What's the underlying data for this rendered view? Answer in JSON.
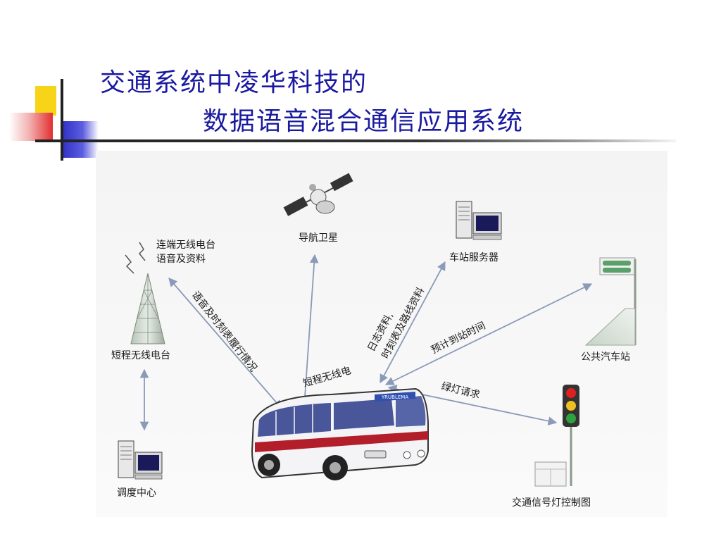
{
  "title": {
    "line1": "交通系统中凌华科技的",
    "line2": "数据语音混合通信应用系统"
  },
  "nodes": {
    "satellite": "导航卫星",
    "station_server": "车站服务器",
    "radio_desc_line1": "连端无线电台",
    "radio_desc_line2": "语音及资料",
    "short_radio": "短程无线电台",
    "bus_stop": "公共汽车站",
    "dispatch": "调度中心",
    "traffic_signal": "交通信号灯控制图",
    "bus_radio": "短程无线电",
    "bus_sign": "YRUBLEMA"
  },
  "links": {
    "voice_schedule": "语音及时刻表履行情况",
    "log_data": "日志资料,",
    "schedule_route": "时刻表及路线资料",
    "eta": "预计到站时间",
    "green_request": "绿灯请求"
  },
  "colors": {
    "title": "#1a1aa0",
    "arrow": "#8a9ab8",
    "bus_stripe": "#b21e2a"
  }
}
